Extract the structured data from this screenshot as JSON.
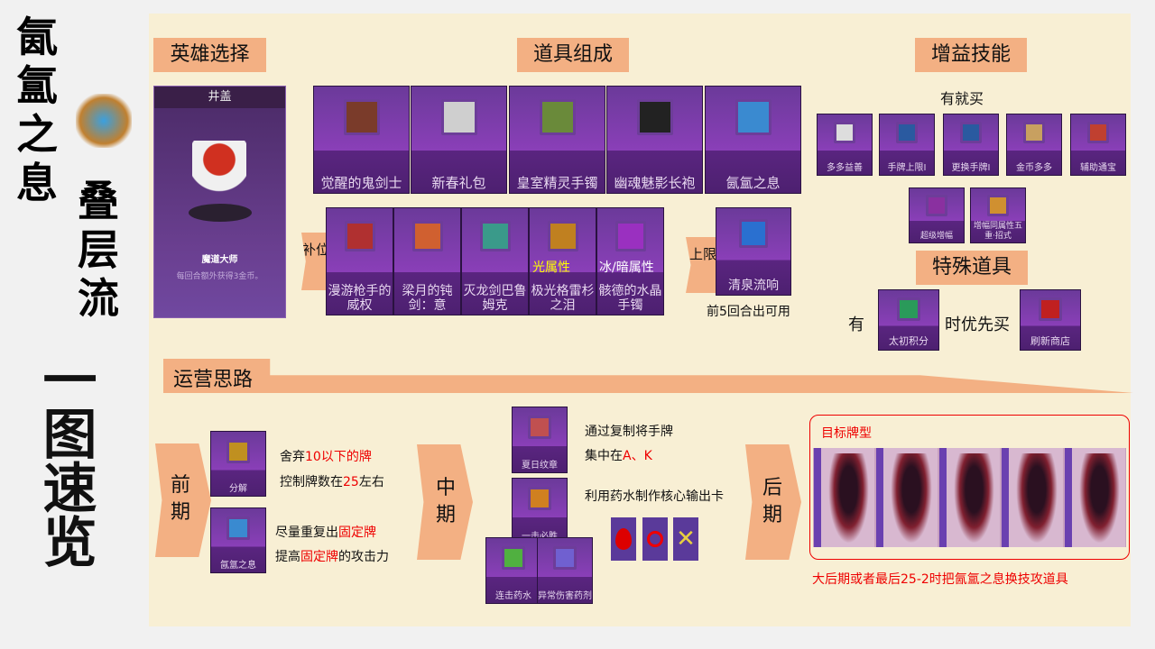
{
  "side": {
    "title_a": "氤氲之息",
    "title_b": "叠层流",
    "big": "一图速览"
  },
  "headers": {
    "hero": "英雄选择",
    "items": "道具组成",
    "buff": "增益技能",
    "special": "特殊道具",
    "ops": "运营思路"
  },
  "hero": {
    "name": "井盖",
    "skill": "魔道大师",
    "desc": "每回合额外获得3金币。"
  },
  "items_top": [
    {
      "label": "觉醒的鬼剑士",
      "color": "#7a3b2a"
    },
    {
      "label": "新春礼包",
      "color": "#cfcfcf"
    },
    {
      "label": "皇室精灵手镯",
      "color": "#6a8a3a"
    },
    {
      "label": "幽魂魅影长袍",
      "color": "#222"
    },
    {
      "label": "氤氲之息",
      "color": "#3a8ad0"
    }
  ],
  "items_bottom": [
    {
      "label": "漫游枪手的威权",
      "color": "#b03030"
    },
    {
      "label": "梁月的钝剑：意",
      "color": "#d06030"
    },
    {
      "label": "灭龙剑巴鲁姆克",
      "color": "#3a9a8a"
    },
    {
      "label": "极光格雷杉之泪",
      "color": "#c08020"
    },
    {
      "label": "骸德的水晶手镯",
      "color": "#9a30c0"
    }
  ],
  "attr_light": "光属性",
  "attr_ice": "冰/暗属性",
  "fill_label": "补位",
  "cap_label": "上限",
  "cap_item": {
    "label": "清泉流响",
    "color": "#2a70d0"
  },
  "cap_note": "前5回合出可用",
  "buff_note": "有就买",
  "buffs": [
    {
      "label": "多多益善",
      "color": "#ddd"
    },
    {
      "label": "手牌上限Ⅰ",
      "color": "#2a5aa0"
    },
    {
      "label": "更换手牌Ⅰ",
      "color": "#2a5aa0"
    },
    {
      "label": "金币多多",
      "color": "#c8a060"
    },
    {
      "label": "辅助通宝",
      "color": "#c04030"
    }
  ],
  "buffs2": [
    {
      "label": "超级增幅",
      "color": "#8a30a0"
    },
    {
      "label": "增幅同属性五重·招式",
      "color": "#d09030"
    }
  ],
  "special": {
    "prefix": "有",
    "mid": "时优先买",
    "items": [
      {
        "label": "太初积分",
        "color": "#2a9a5a"
      },
      {
        "label": "刷新商店",
        "color": "#c02020"
      }
    ]
  },
  "ops": {
    "early": "前期",
    "mid": "中期",
    "late": "后期",
    "early_items": [
      {
        "label": "分解",
        "color": "#c09020"
      },
      {
        "label": "氤氲之息",
        "color": "#3a8ad0"
      }
    ],
    "early_t1a": "舍弃",
    "early_t1b": "10以下的牌",
    "early_t2a": "控制牌数在",
    "early_t2b": "25",
    "early_t2c": "左右",
    "early_t3a": "尽量重复出",
    "early_t3b": "固定牌",
    "early_t4a": "提高",
    "early_t4b": "固定牌",
    "early_t4c": "的攻击力",
    "mid_items": [
      {
        "label": "夏日纹章",
        "color": "#c05050"
      },
      {
        "label": "一击必胜",
        "color": "#d08020"
      },
      {
        "label": "连击药水",
        "color": "#50b040"
      },
      {
        "label": "异常伤害药剂",
        "color": "#7060d0"
      }
    ],
    "mid_t1": "通过复制将手牌",
    "mid_t2a": "集中在",
    "mid_t2b": "A、K",
    "mid_t3": "利用药水制作核心输出卡",
    "target_label": "目标牌型",
    "late_note": "大后期或者最后25-2时把氤氲之息换技攻道具",
    "accent_red": "#e00000"
  }
}
